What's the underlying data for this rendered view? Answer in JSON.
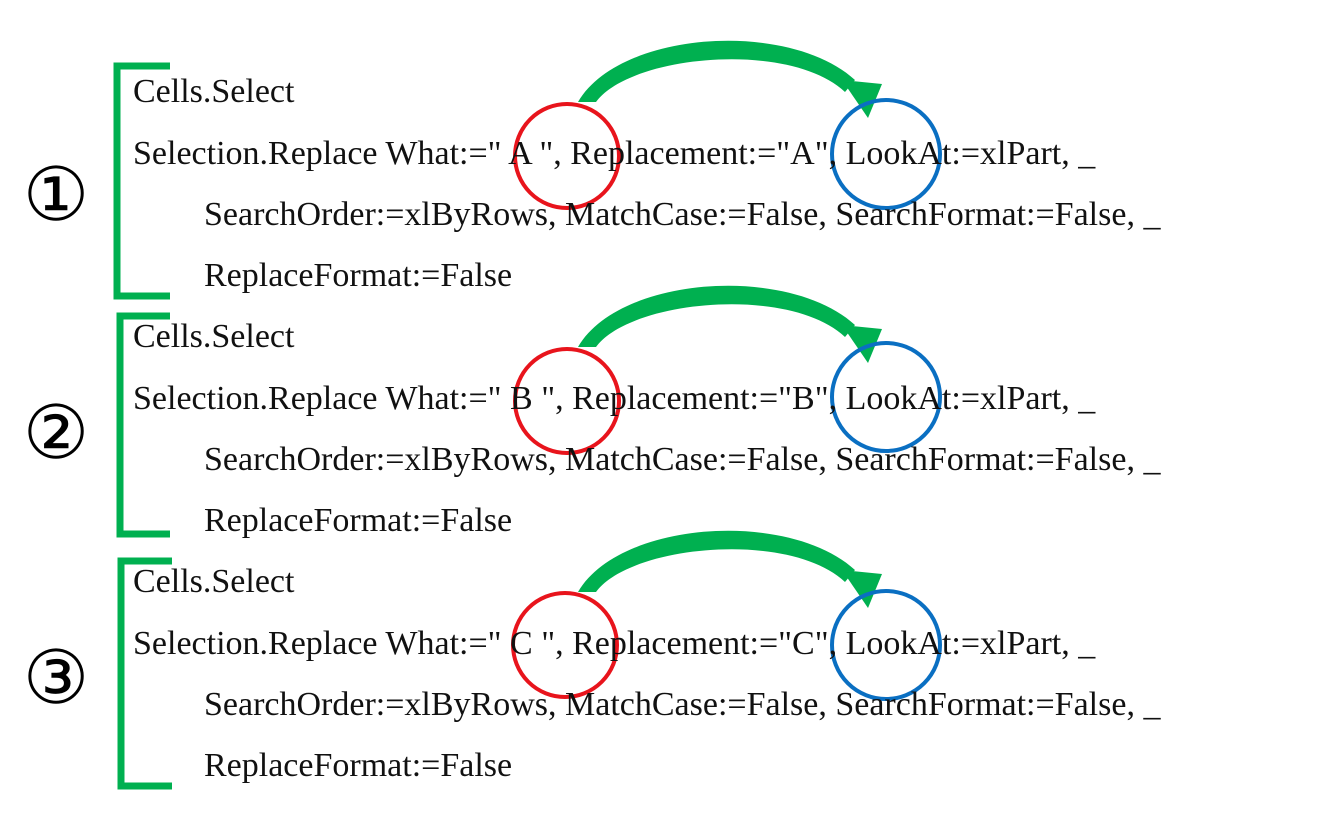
{
  "colors": {
    "bracket": "#00b050",
    "arrow": "#00b050",
    "source_circle": "#e8141c",
    "target_circle": "#0a6fc2",
    "text": "#111111"
  },
  "blocks": [
    {
      "number": "①",
      "lines": [
        "Cells.Select",
        "Selection.Replace What:=\" A \", Replacement:=\"A\", LookAt:=xlPart, _",
        "SearchOrder:=xlByRows, MatchCase:=False, SearchFormat:=False, _",
        "ReplaceFormat:=False"
      ]
    },
    {
      "number": "②",
      "lines": [
        "Cells.Select",
        "Selection.Replace What:=\" B \", Replacement:=\"B\", LookAt:=xlPart, _",
        "SearchOrder:=xlByRows, MatchCase:=False, SearchFormat:=False, _",
        "ReplaceFormat:=False"
      ]
    },
    {
      "number": "③",
      "lines": [
        "Cells.Select",
        "Selection.Replace What:=\" C \", Replacement:=\"C\", LookAt:=xlPart, _",
        "SearchOrder:=xlByRows, MatchCase:=False, SearchFormat:=False, _",
        "ReplaceFormat:=False"
      ]
    }
  ]
}
